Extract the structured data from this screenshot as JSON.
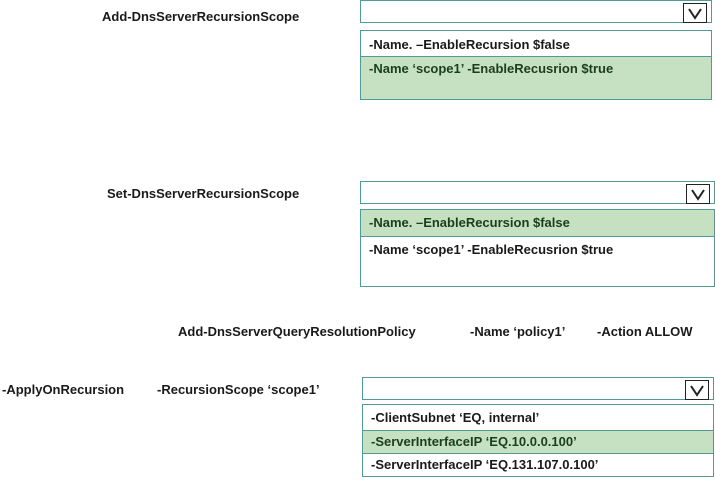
{
  "block1": {
    "label": "Add-DnsServerRecursionScope",
    "options": [
      "-Name. –EnableRecursion $false",
      "-Name ‘scope1’  -EnableRecusrion $true"
    ],
    "selected_index": 1
  },
  "block2": {
    "label": "Set-DnsServerRecursionScope",
    "options": [
      "-Name. –EnableRecursion $false",
      "-Name ‘scope1’  -EnableRecusrion $true"
    ],
    "selected_index": 0
  },
  "policy_line": {
    "command": "Add-DnsServerQueryResolutionPolicy",
    "name_param": "-Name ‘policy1’",
    "action_param": "-Action ALLOW"
  },
  "block3": {
    "label_apply": "-ApplyOnRecursion",
    "label_scope": "-RecursionScope ‘scope1’",
    "options": [
      "-ClientSubnet ‘EQ, internal’",
      "-ServerInterfaceIP ‘EQ.10.0.0.100’",
      "-ServerInterfaceIP ‘EQ.131.107.0.100’"
    ],
    "selected_index": 1
  },
  "icons": {
    "dropdown_arrow": "chevron-down-icon"
  },
  "colors": {
    "selected_bg": "#c6e1c1",
    "border": "#4f9c96"
  }
}
